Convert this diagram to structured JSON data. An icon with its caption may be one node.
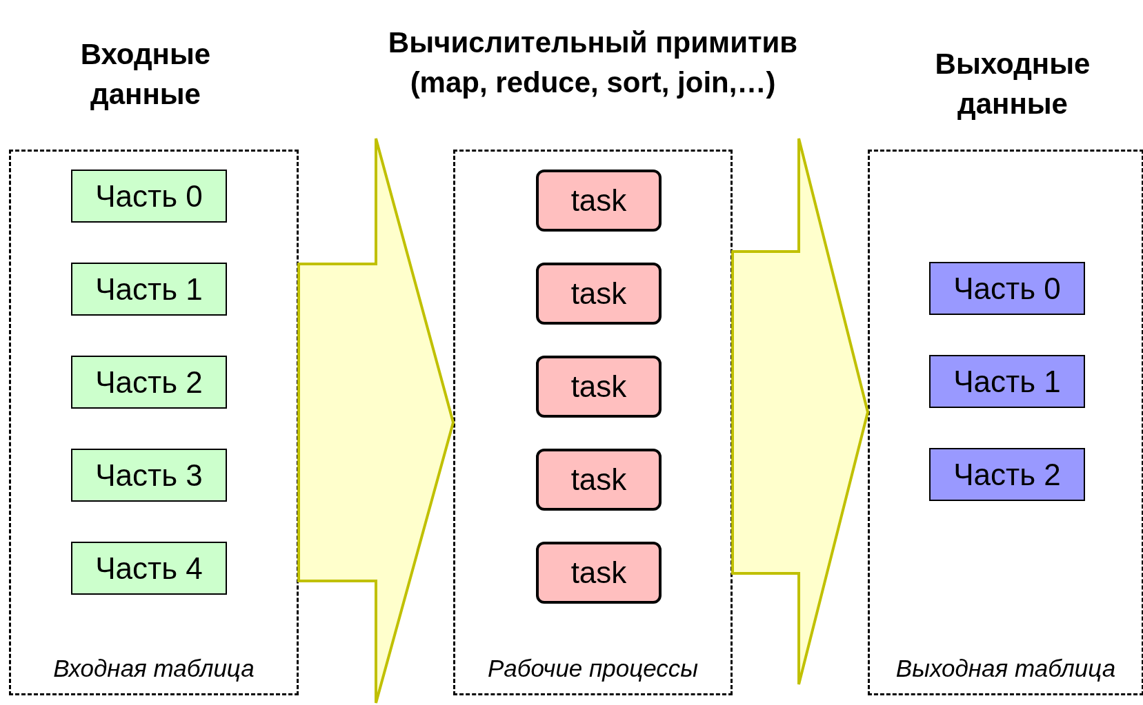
{
  "diagram": {
    "nodes": [
      {
        "text": [
          "Входные данные",
          "Входная таблица"
        ]
      },
      {
        "text": [
          "Часть 0"
        ],
        "in": 0
      },
      {
        "text": [
          "Часть 1"
        ],
        "in": 0
      },
      {
        "text": [
          "Часть 2"
        ],
        "in": 0
      },
      {
        "text": [
          "Часть 3"
        ],
        "in": 0
      },
      {
        "text": [
          "Часть 4"
        ],
        "in": 0
      },
      {
        "text": [
          "Вычислительный примитив (map, reduce, sort, join,…)",
          "Рабочие процессы"
        ]
      },
      {
        "text": [
          "task"
        ],
        "in": 6
      },
      {
        "text": [
          "task"
        ],
        "in": 6
      },
      {
        "text": [
          "task"
        ],
        "in": 6
      },
      {
        "text": [
          "task"
        ],
        "in": 6
      },
      {
        "text": [
          "task"
        ],
        "in": 6
      },
      {
        "text": [
          "Выходные данные",
          "Выходная таблица"
        ]
      },
      {
        "text": [
          "Часть 0"
        ],
        "in": 12
      },
      {
        "text": [
          "Часть 1"
        ],
        "in": 12
      },
      {
        "text": [
          "Часть 2"
        ],
        "in": 12
      }
    ],
    "edges": [
      {
        "from": 0,
        "to": 6,
        "arrow": "to"
      },
      {
        "from": 6,
        "to": 12,
        "arrow": "to"
      }
    ]
  }
}
